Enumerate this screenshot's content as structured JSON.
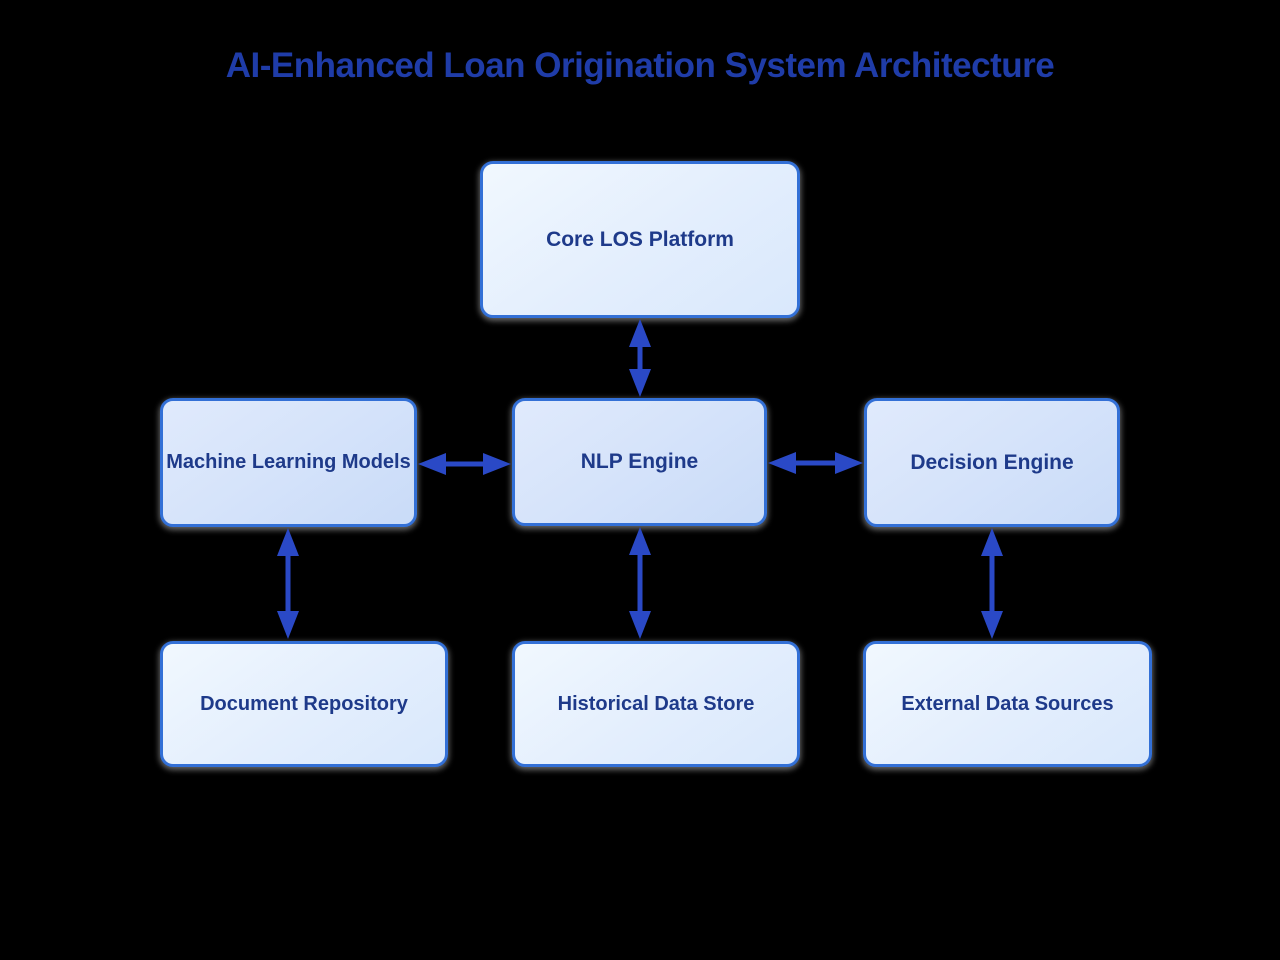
{
  "title": "AI-Enhanced Loan Origination System Architecture",
  "diagram": {
    "nodes": [
      {
        "id": "core-los-platform",
        "label": "Core LOS Platform"
      },
      {
        "id": "machine-learning-models",
        "label": "Machine Learning Models"
      },
      {
        "id": "nlp-engine",
        "label": "NLP Engine"
      },
      {
        "id": "decision-engine",
        "label": "Decision Engine"
      },
      {
        "id": "document-repository",
        "label": "Document Repository"
      },
      {
        "id": "historical-data-store",
        "label": "Historical Data Store"
      },
      {
        "id": "external-data-sources",
        "label": "External Data Sources"
      }
    ],
    "edges": [
      {
        "from": "Core LOS Platform",
        "to": "NLP Engine",
        "type": "bidirectional"
      },
      {
        "from": "Machine Learning Models",
        "to": "NLP Engine",
        "type": "bidirectional"
      },
      {
        "from": "NLP Engine",
        "to": "Decision Engine",
        "type": "bidirectional"
      },
      {
        "from": "Machine Learning Models",
        "to": "Document Repository",
        "type": "bidirectional"
      },
      {
        "from": "NLP Engine",
        "to": "Historical Data Store",
        "type": "bidirectional"
      },
      {
        "from": "Decision Engine",
        "to": "External Data Sources",
        "type": "bidirectional"
      }
    ]
  },
  "colors": {
    "background": "#000000",
    "title_text": "#1f3ca8",
    "node_border": "#3370d6",
    "node_text": "#1e3a8a",
    "node_fill_light_top": "#f1f8fe",
    "node_fill_light_bottom": "#d9e8fc",
    "node_fill_mid_top": "#e0eafc",
    "node_fill_mid_bottom": "#c9dbf8",
    "arrow": "#2a49c6"
  }
}
